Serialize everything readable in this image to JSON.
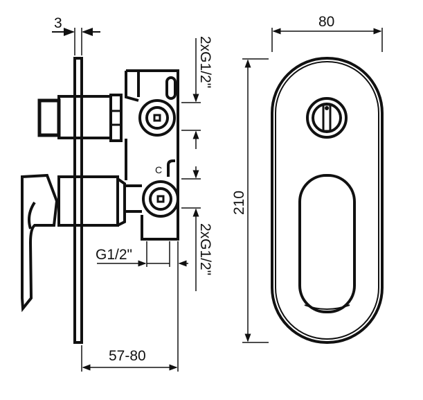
{
  "dimensions": {
    "plate_thickness": "3",
    "width": "80",
    "height": "210",
    "outlet_top": "2xG1/2\"",
    "outlet_bottom": "2xG1/2\"",
    "inlet": "G1/2\"",
    "depth": "57-80"
  },
  "markings": {
    "cold_symbol": "C"
  },
  "colors": {
    "line": "#111111",
    "background": "#ffffff"
  }
}
